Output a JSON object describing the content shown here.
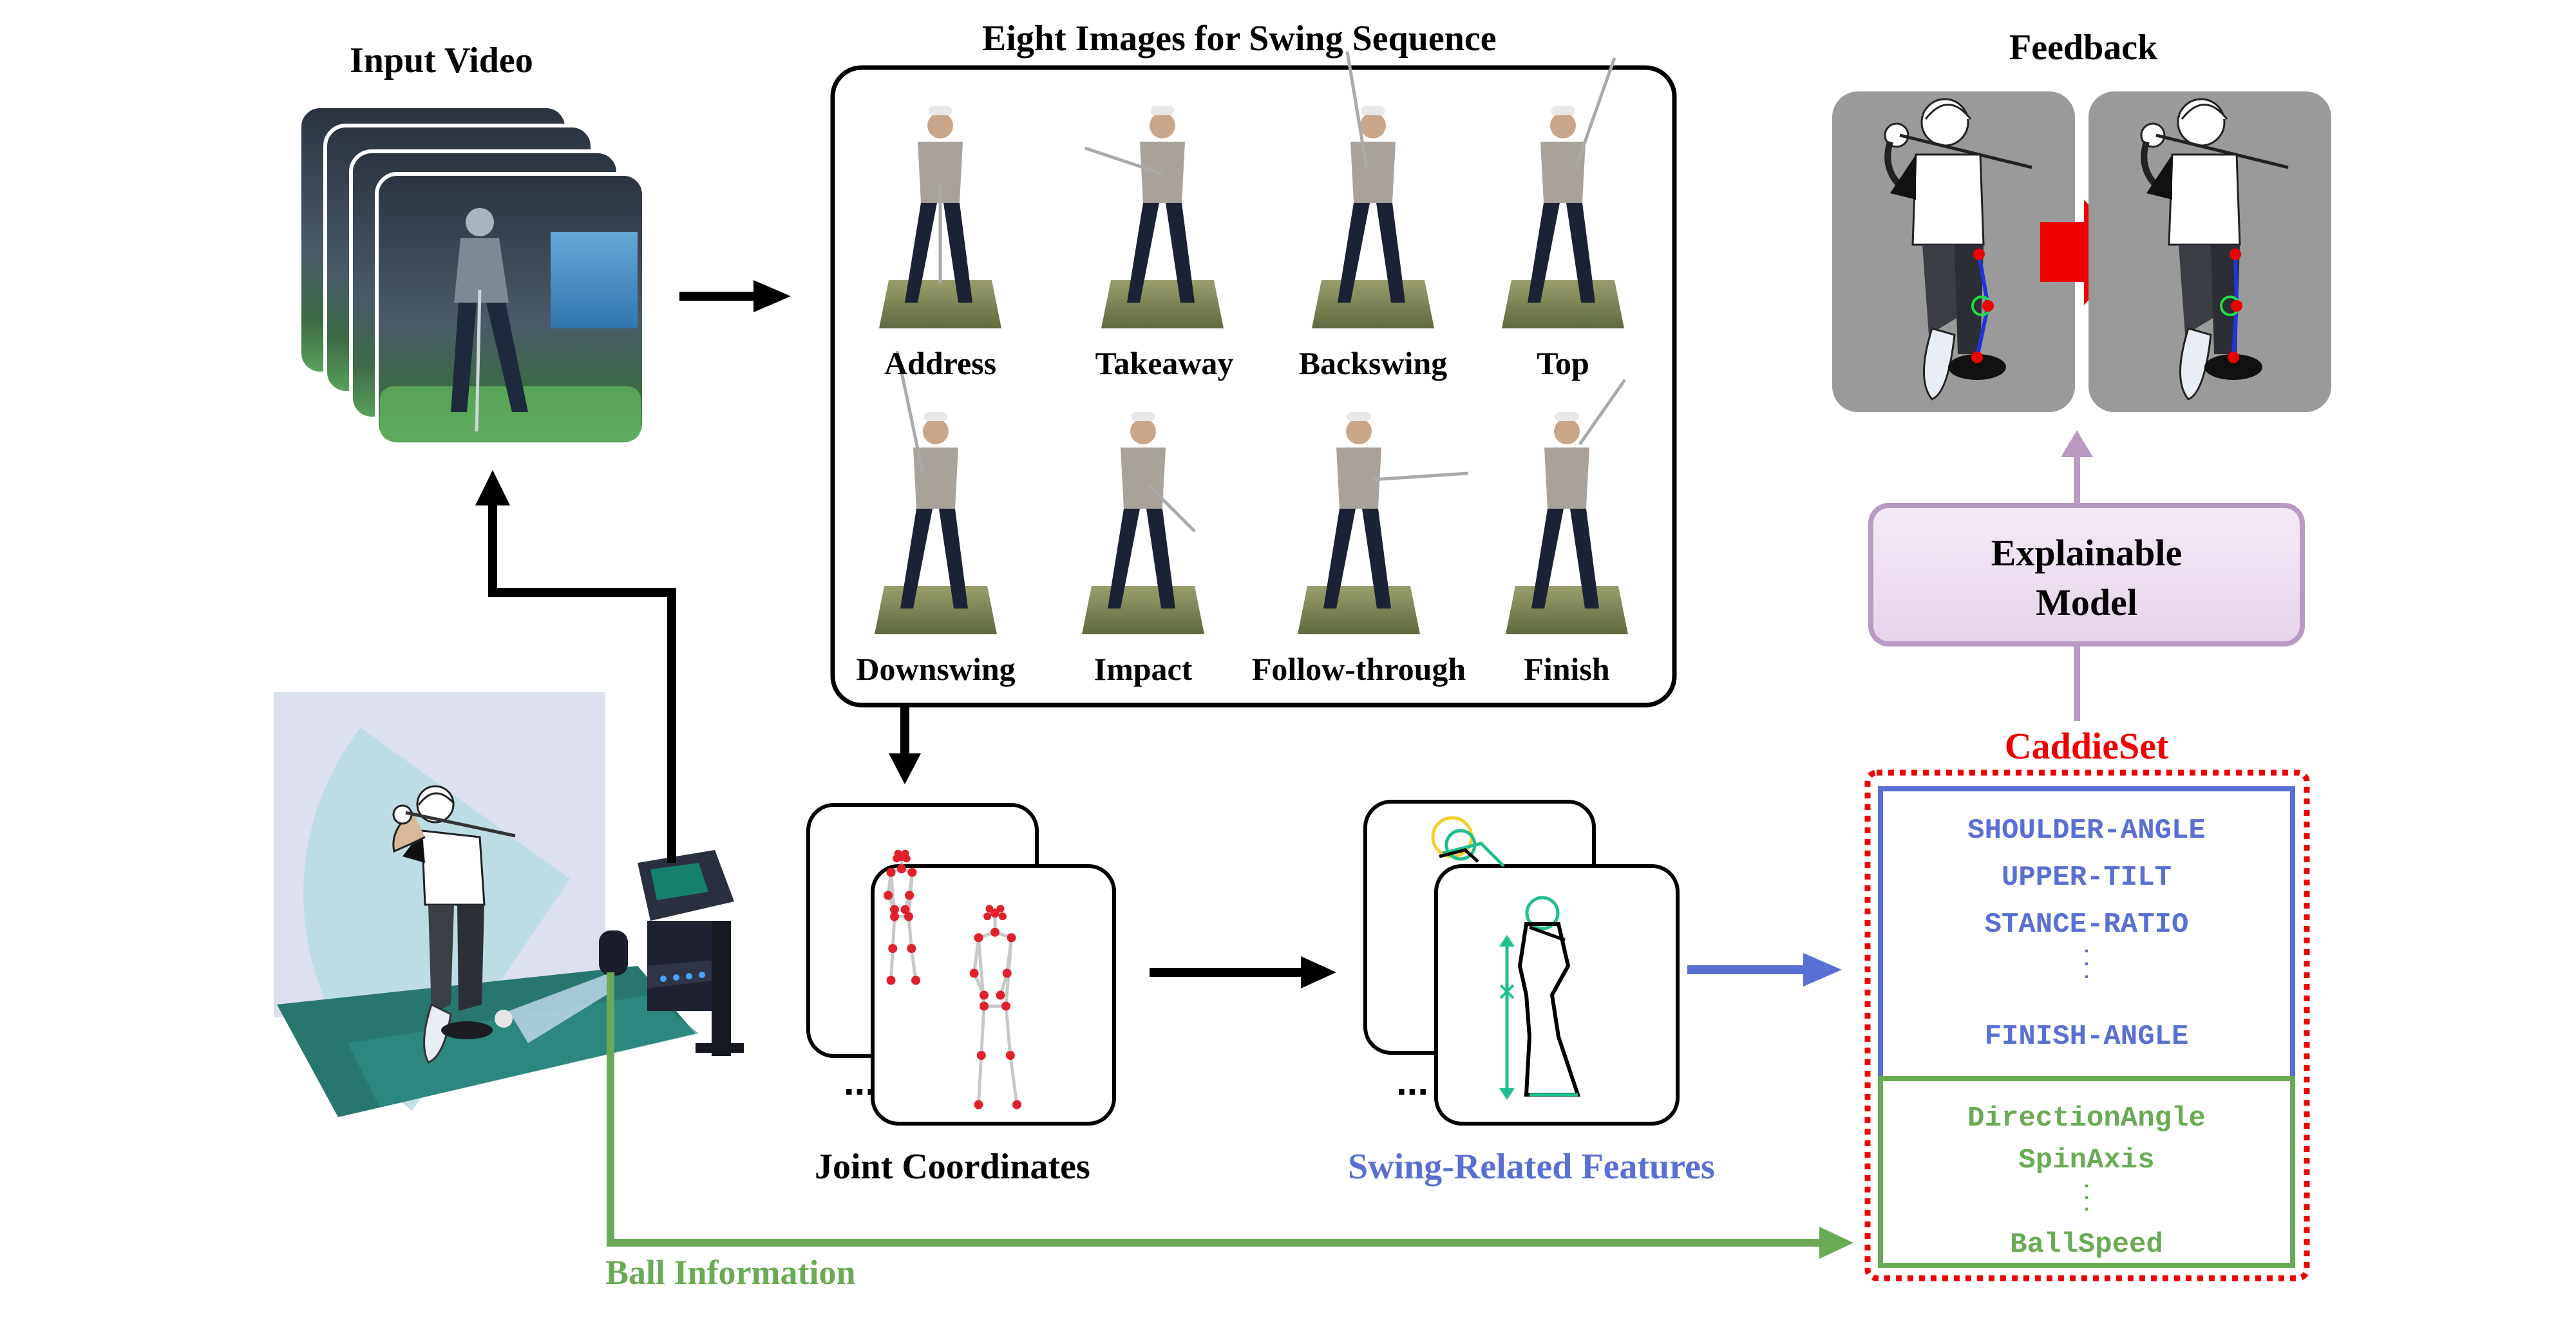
{
  "titles": {
    "input_video": "Input Video",
    "eight_images": "Eight Images for Swing Sequence",
    "feedback": "Feedback",
    "joint_coordinates": "Joint Coordinates",
    "swing_features": "Swing-Related Features",
    "ball_information": "Ball Information",
    "explainable_model": [
      "Explainable",
      "Model"
    ],
    "caddieset": "CaddieSet"
  },
  "phases": [
    "Address",
    "Takeaway",
    "Backswing",
    "Top",
    "Downswing",
    "Impact",
    "Follow-through",
    "Finish"
  ],
  "swing_feature_list": [
    "SHOULDER-ANGLE",
    "UPPER-TILT",
    "STANCE-RATIO",
    "FINISH-ANGLE"
  ],
  "ball_feature_list": [
    "DirectionAngle",
    "SpinAxis",
    "BallSpeed"
  ],
  "ellipsis": {
    "vertical": ".\n.\n.",
    "horizontal": "..."
  },
  "colors": {
    "caddieset_red": "#ee0000",
    "swing_blue": "#5a6fd3",
    "ball_green": "#6aaa55",
    "model_purple": "#b99ac2",
    "model_fill": "#eddff0",
    "feedback_red": "#ee0000",
    "joint_red": "#e0202a",
    "feature_green": "#1fbf8f",
    "feature_yellow": "#f1d030"
  },
  "icons": [
    "golfer-illustration",
    "simulator-kiosk-icon",
    "camera-icon",
    "right-arrow-icon"
  ]
}
